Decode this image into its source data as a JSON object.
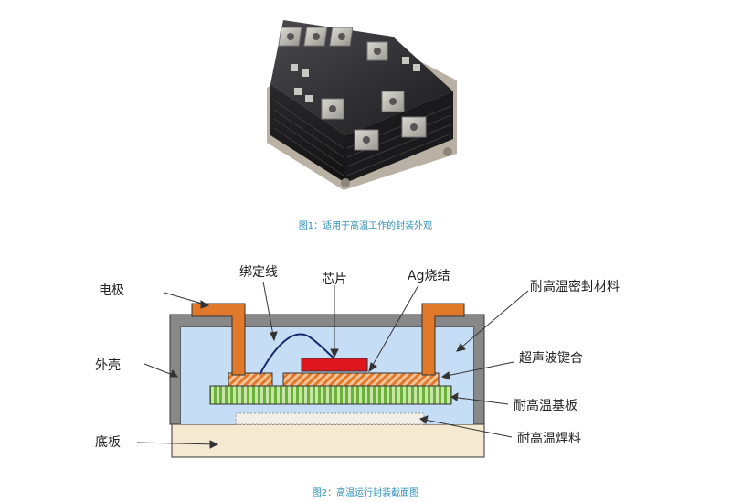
{
  "figure1": {
    "caption": "图1：适用于高温工作的封装外观"
  },
  "figure2": {
    "caption": "图2：高温运行封装截面图",
    "labels": {
      "electrode": "电极",
      "bond_wire": "绑定线",
      "chip": "芯片",
      "ag_sinter": "Ag烧结",
      "seal_material": "耐高温密封材料",
      "ultrasonic_bond": "超声波键合",
      "shell": "外壳",
      "substrate": "耐高温基板",
      "base_plate": "底板",
      "solder": "耐高温焊料"
    }
  }
}
